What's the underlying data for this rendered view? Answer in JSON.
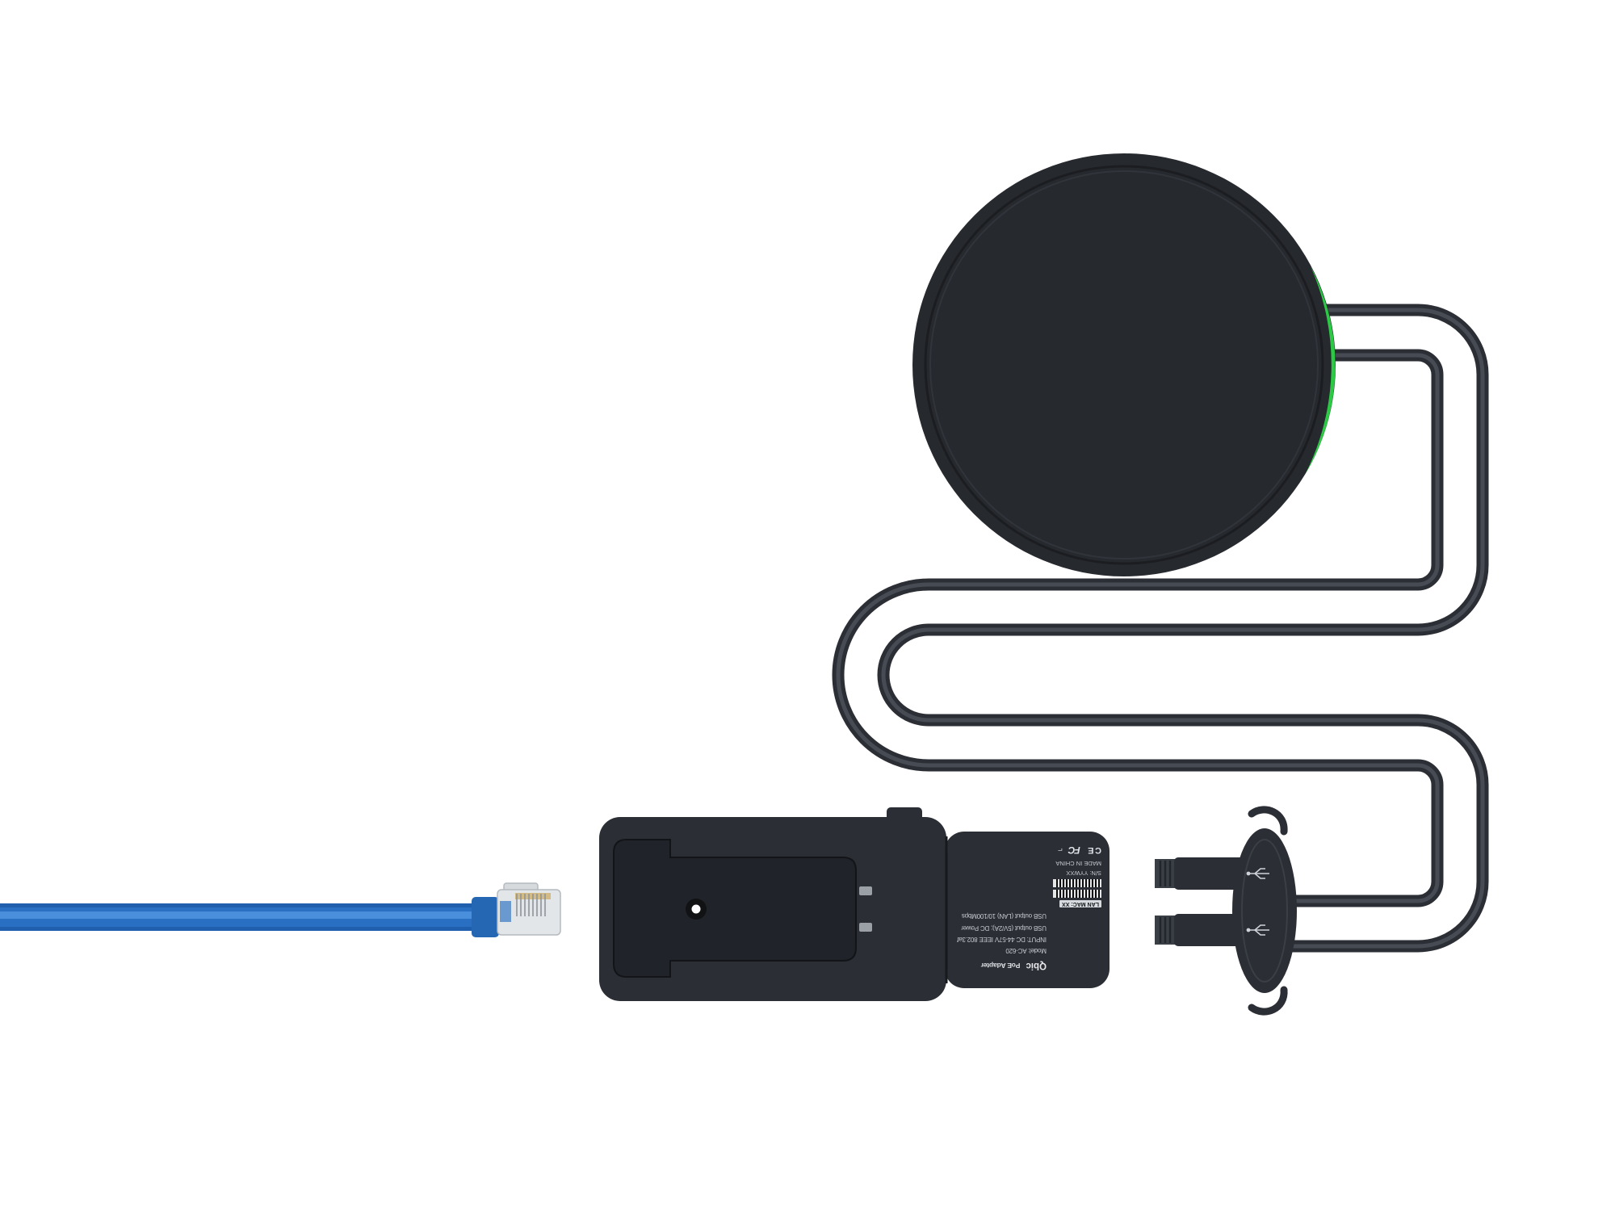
{
  "scene_title": "Qbic PoE adapter kit with round device, cables, USB plugs, PoE adapter and Ethernet cable",
  "colors": {
    "background": "#ffffff",
    "device_body": "#26292e",
    "accent_green": "#2cc944",
    "cable_dark": "#2b2e34",
    "ethernet_blue": "#2a70c2",
    "label_text": "#c6cbd1"
  },
  "icons": {
    "usb_icon": "usb-trident",
    "rj45_icon": "ethernet-plug"
  },
  "label": {
    "brand": "Qbic",
    "product": "PoE  Adapter",
    "model": "Model: AC-620",
    "input": "INPUT: DC 44-57V  IEEE 802.3af",
    "usb_power": "USB output (5V/2A); DC Power",
    "usb_lan": "USB output (LAN)  10/100Mbps",
    "made_in": "MADE IN CHINA",
    "serial": "S/N: YYWXX",
    "lan_mac": "LAN MAC: XX",
    "fcc_mark": "FC",
    "ce_mark": "CE",
    "corner_mark": "⌐"
  }
}
